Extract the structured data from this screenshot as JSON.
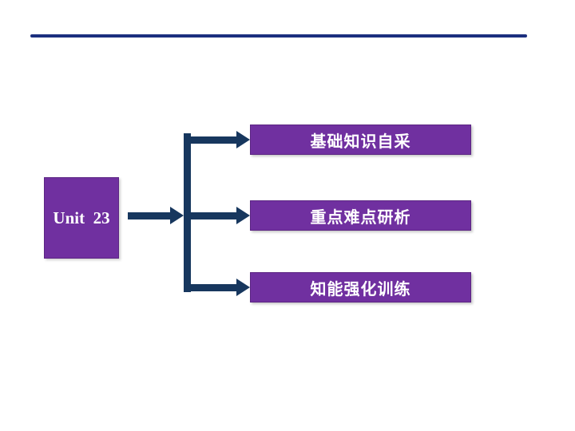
{
  "slide": {
    "unit_label": "Unit  23",
    "branches": [
      {
        "label": "基础知识自采"
      },
      {
        "label": "重点难点研析"
      },
      {
        "label": "知能强化训练"
      }
    ]
  },
  "colors": {
    "purple": "#7030A0",
    "purple-border": "#5c2683",
    "navy": "#17375E",
    "rule-blue": "#1b2f7e"
  }
}
